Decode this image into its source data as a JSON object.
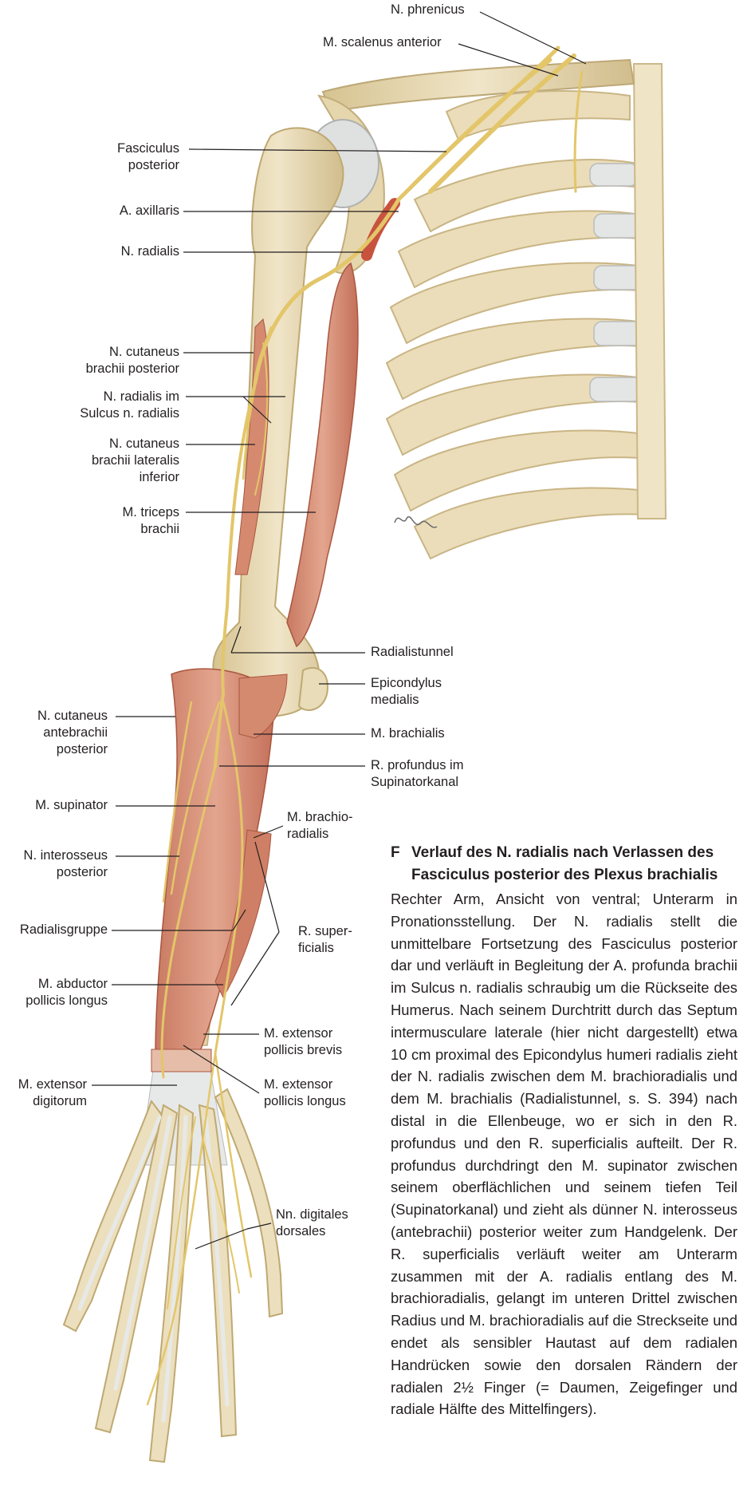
{
  "labels": {
    "n_phrenicus": "N. phrenicus",
    "m_scalenus_anterior": "M. scalenus anterior",
    "fasciculus_posterior": [
      "Fasciculus",
      "posterior"
    ],
    "a_axillaris": "A. axillaris",
    "n_radialis": "N. radialis",
    "n_cutaneus_brachii_posterior": [
      "N. cutaneus",
      "brachii posterior"
    ],
    "n_radialis_im_sulcus": [
      "N. radialis im",
      "Sulcus n. radialis"
    ],
    "n_cutaneus_brachii_lateralis_inferior": [
      "N. cutaneus",
      "brachii lateralis",
      "inferior"
    ],
    "m_triceps_brachii": [
      "M. triceps",
      "brachii"
    ],
    "radialistunnel": "Radialistunnel",
    "epicondylus_medialis": [
      "Epicondylus",
      "medialis"
    ],
    "m_brachialis": "M. brachialis",
    "r_profundus": [
      "R. profundus im",
      "Supinatorkanal"
    ],
    "n_cutaneus_antebrachii_posterior": [
      "N. cutaneus",
      "antebrachii",
      "posterior"
    ],
    "m_supinator": "M. supinator",
    "m_brachioradialis": [
      "M. brachio-",
      "radialis"
    ],
    "n_interosseus_posterior": [
      "N. interosseus",
      "posterior"
    ],
    "radialisgruppe": "Radialisgruppe",
    "r_superficialis": [
      "R. super-",
      "ficialis"
    ],
    "m_abductor_pollicis_longus": [
      "M. abductor",
      "pollicis longus"
    ],
    "m_extensor_pollicis_brevis": [
      "M. extensor",
      "pollicis brevis"
    ],
    "m_extensor_digitorum": [
      "M. extensor",
      "digitorum"
    ],
    "m_extensor_pollicis_longus": [
      "M. extensor",
      "pollicis longus"
    ],
    "nn_digitales_dorsales": [
      "Nn. digitales",
      "dorsales"
    ]
  },
  "caption": {
    "letter": "F",
    "title": "Verlauf des N. radialis nach Verlassen des Fasciculus posterior des Plexus brachialis",
    "body": "Rechter Arm, Ansicht von ventral; Unterarm in Pronationsstellung. Der N. radialis stellt die unmittelbare Fortsetzung des Fasciculus posterior dar und verläuft in Begleitung der A. profunda brachii im Sulcus n. radialis schraubig um die Rückseite des Humerus. Nach seinem Durchtritt durch das Septum intermusculare laterale (hier nicht dargestellt) etwa 10 cm proximal des Epicondylus humeri radialis zieht der N. radialis zwischen dem M. brachioradialis und dem M. brachialis (Radialistunnel, s. S. 394) nach distal in die Ellenbeuge, wo er sich in den R. profundus und den R. superficialis aufteilt. Der R. profundus durchdringt den M. supinator zwischen seinem oberflächlichen und seinem tiefen Teil (Supinatorkanal) und zieht als dünner N. interosseus (antebrachii) posterior weiter zum Handgelenk. Der R. superficialis verläuft weiter am Unterarm zusammen mit der A. radialis entlang des M. brachioradialis, gelangt im unteren Drittel zwischen Radius und M. brachioradialis auf die Streckseite und endet als sensibler Hautast auf dem radialen Handrücken sowie den dorsalen Rändern der radialen 2½ Finger (= Daumen, Zeigefinger und radiale Hälfte des Mittelfingers)."
  },
  "colors": {
    "bone": "#eadcb8",
    "bone_shade": "#d2bf90",
    "muscle": "#d99178",
    "muscle_dark": "#b9644e",
    "nerve": "#e3c66a",
    "nerve_dark": "#c9a645",
    "tendon": "#e7e9e8",
    "cartilage": "#e4e6e5",
    "artery": "#c7533f",
    "leader": "#231f20"
  },
  "icons": {
    "signature": "artist-signature"
  }
}
